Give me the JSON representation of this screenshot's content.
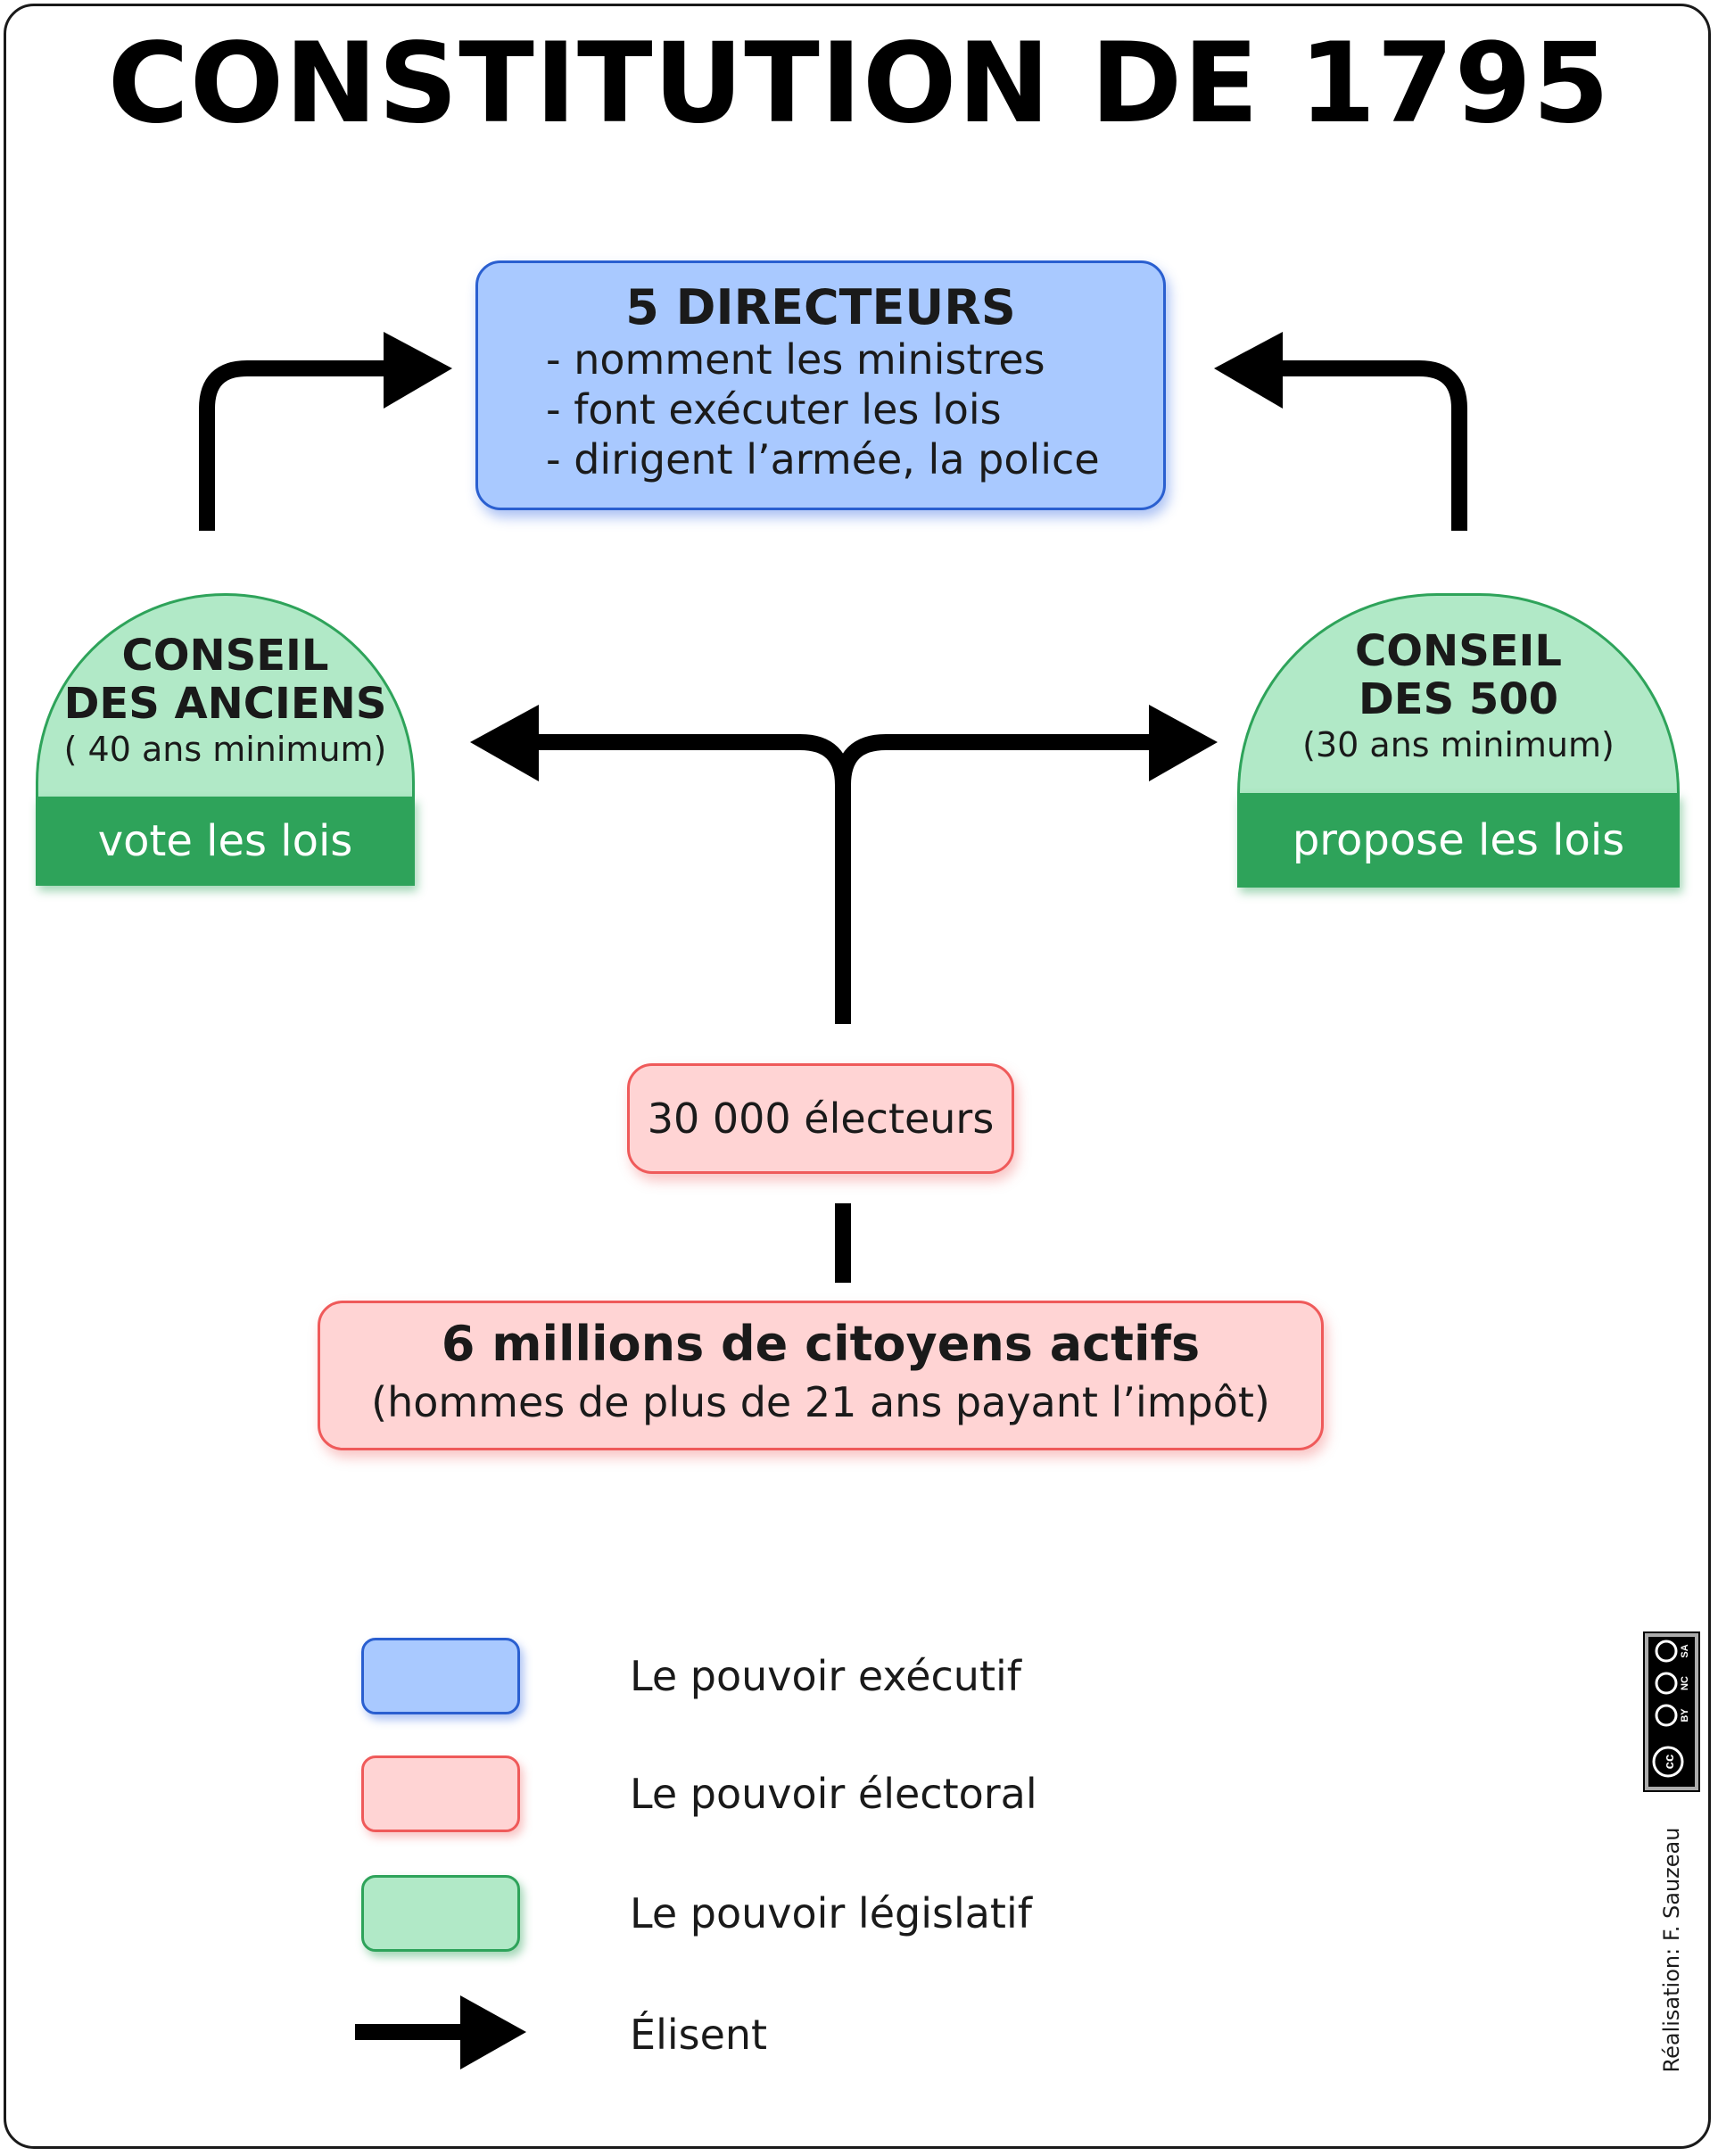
{
  "title": "CONSTITUTION DE 1795",
  "directeurs": {
    "title": "5 DIRECTEURS",
    "items": [
      "- nomment les ministres",
      "- font exécuter les lois",
      "- dirigent l’armée, la police"
    ]
  },
  "conseil_anciens": {
    "line1": "CONSEIL",
    "line2": "DES ANCIENS",
    "age": "( 40 ans minimum)",
    "role": "vote les lois"
  },
  "conseil_500": {
    "line1": "CONSEIL",
    "line2": "DES 500",
    "age": "(30 ans minimum)",
    "role": "propose les lois"
  },
  "electeurs": "30 000 électeurs",
  "citoyens": {
    "title": "6 millions de citoyens actifs",
    "subtitle": "(hommes de plus de 21 ans payant l’impôt)"
  },
  "legend": {
    "executif": "Le pouvoir exécutif",
    "electoral": "Le pouvoir électoral",
    "legislatif": "Le pouvoir législatif",
    "elisent": "Élisent"
  },
  "credit": "Réalisation: F. Sauzeau",
  "license": {
    "cc": "cc",
    "by": "BY",
    "nc": "NC",
    "sa": "SA"
  },
  "colors": {
    "executive_fill": "#a9c9ff",
    "executive_border": "#2a5fd0",
    "electoral_fill": "#ffd4d4",
    "electoral_border": "#ef5a5a",
    "legislative_fill": "#b1e9c7",
    "legislative_dark": "#2ea35a"
  }
}
